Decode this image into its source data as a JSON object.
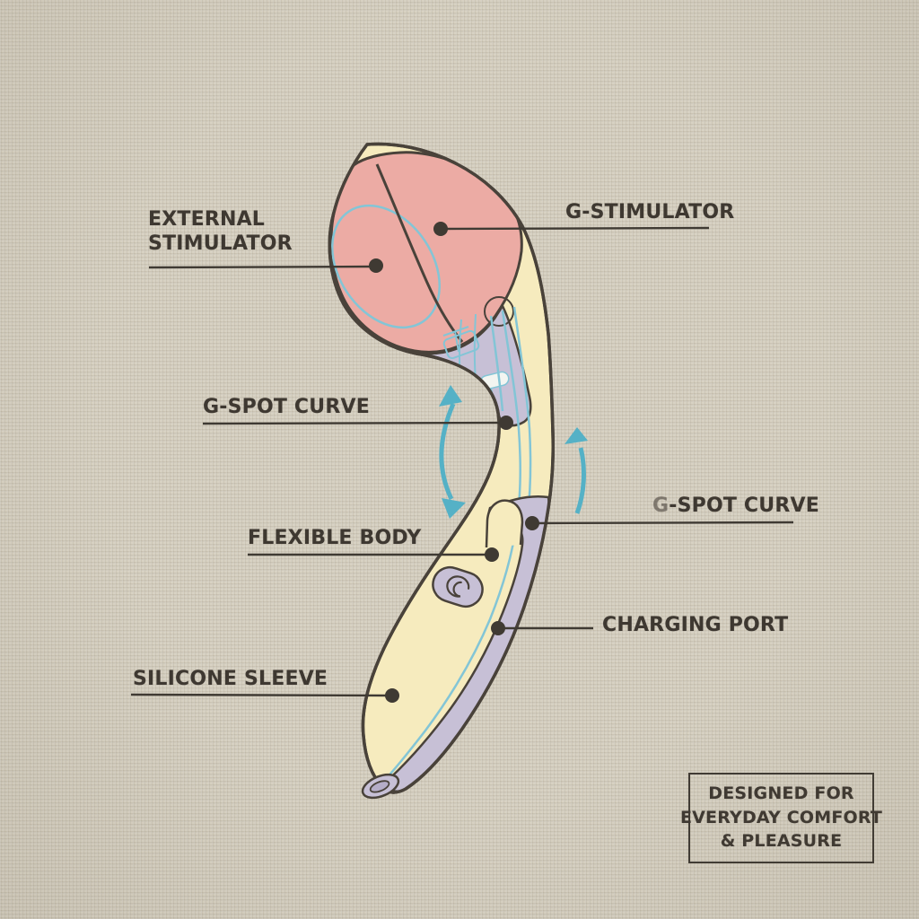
{
  "diagram": {
    "labels": {
      "external_stimulator": "EXTERNAL STIMULATOR",
      "g_stimulator": "G-STIMULATOR",
      "g_spot_curve_upper": "G-SPOT CURVE",
      "g_spot_curve_lower": "G-SPOT CURVE",
      "flexible_body": "FLEXIBLE BODY",
      "charging_port": "CHARGING PORT",
      "silicone_sleeve": "SILICONE SLEEVE"
    },
    "footer_box": {
      "lines": [
        "DESIGNED FOR",
        "EVERYDAY COMFORT",
        "& PLEASURE"
      ]
    },
    "icons": {
      "flex_arrow_left": "double-headed-curved-arrow",
      "flex_arrow_right": "curved-up-arrow",
      "button_glyph": "spiral-power-button"
    }
  },
  "palette": {
    "outline_dark": "#49423a",
    "leader_dark": "#3f3a33",
    "text_dark": "#3e3831",
    "sleeve_yellow": "#f6ebbe",
    "stimulator_pink": "#ecaba4",
    "body_lavender": "#c7c0d6",
    "body_lavender_deep": "#b5adc8",
    "detail_teal": "#83c5d6",
    "arrow_teal": "#55b1c6",
    "linen_base": "#d8d2c3"
  }
}
